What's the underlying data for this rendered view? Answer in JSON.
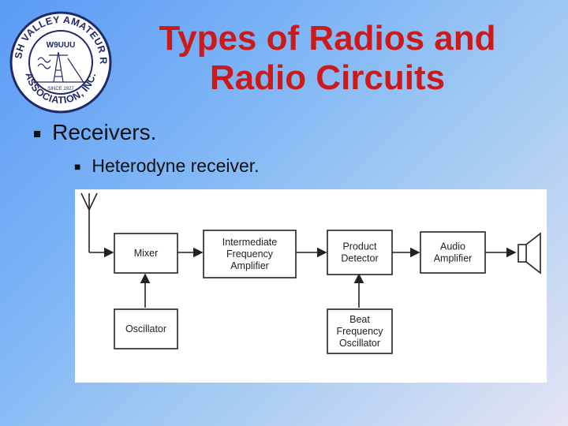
{
  "logo": {
    "ring_text_top": "WABASH VALLEY AMATEUR RADIO",
    "ring_text_bottom": "ASSOCIATION, INC.",
    "callsign": "W9UUU",
    "since": "SINCE 1927"
  },
  "title": {
    "line1": "Types of Radios and",
    "line2": "Radio Circuits"
  },
  "bullets": {
    "level1": "Receivers.",
    "level2": "Heterodyne receiver."
  },
  "diagram": {
    "mixer": [
      "Mixer"
    ],
    "if_amp": [
      "Intermediate",
      "Frequency",
      "Amplifier"
    ],
    "product_detector": [
      "Product",
      "Detector"
    ],
    "audio_amp": [
      "Audio",
      "Amplifier"
    ],
    "oscillator": [
      "Oscillator"
    ],
    "bfo": [
      "Beat",
      "Frequency",
      "Oscillator"
    ]
  },
  "colors": {
    "title": "#cc1a1a",
    "logo_ring": "#1f2a66"
  }
}
